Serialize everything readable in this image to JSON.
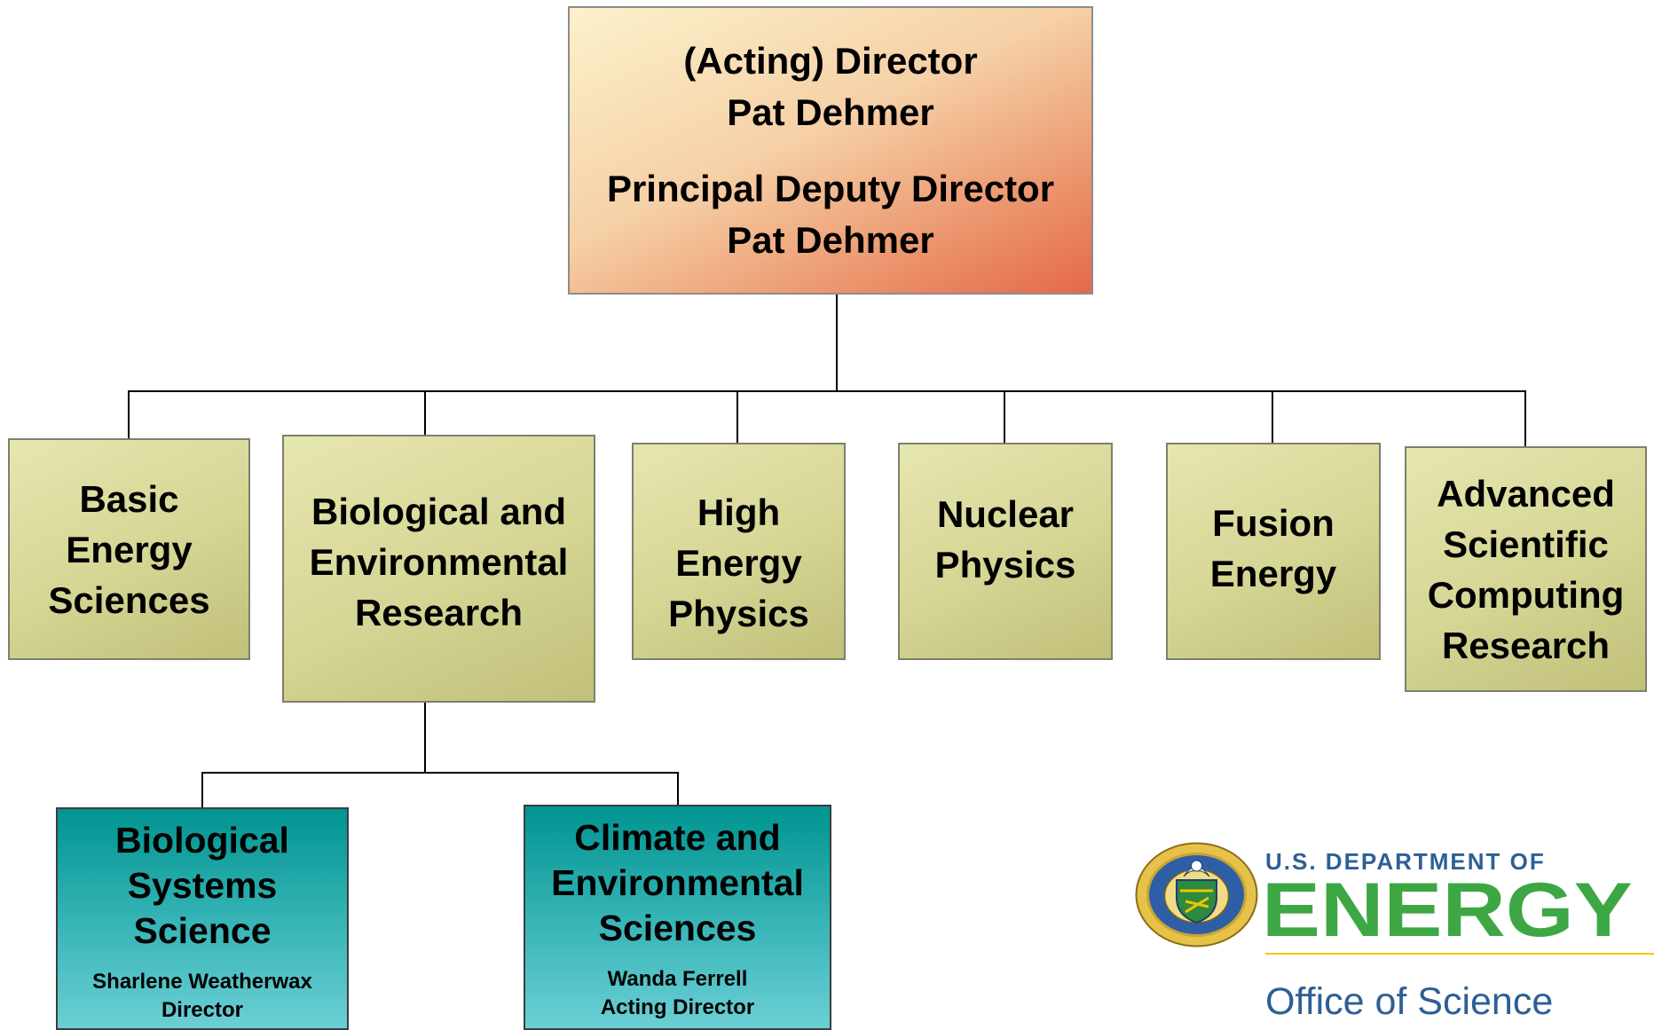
{
  "director": {
    "title": "(Acting) Director",
    "name": "Pat Dehmer",
    "deputy_title": "Principal Deputy Director",
    "deputy_name": "Pat Dehmer"
  },
  "offices": [
    {
      "line1": "Basic",
      "line2": "Energy",
      "line3": "Sciences"
    },
    {
      "line1": "Biological and",
      "line2": "Environmental",
      "line3": "Research"
    },
    {
      "line1": "High",
      "line2": "Energy",
      "line3": "Physics"
    },
    {
      "line1": "Nuclear",
      "line2": "Physics"
    },
    {
      "line1": "Fusion",
      "line2": "Energy"
    },
    {
      "line1": "Advanced",
      "line2": "Scientific",
      "line3": "Computing",
      "line4": "Research"
    }
  ],
  "divisions": [
    {
      "title_line1": "Biological",
      "title_line2": "Systems",
      "title_line3": "Science",
      "person": "Sharlene Weatherwax",
      "role": "Director"
    },
    {
      "title_line1": "Climate and",
      "title_line2": "Environmental",
      "title_line3": "Sciences",
      "person": "Wanda Ferrell",
      "role": "Acting Director"
    }
  ],
  "logo": {
    "department": "U.S. DEPARTMENT OF",
    "energy": "ENERGY",
    "office": "Office of Science",
    "seal_icon": "doe-seal-icon"
  },
  "colors": {
    "director_fill_light": "#fbf2cc",
    "director_fill_dark": "#e4694a",
    "office_fill": "#d5d594",
    "division_fill_top": "#009490",
    "division_fill_bottom": "#6bcfd5",
    "logo_blue": "#2d5f95",
    "logo_green": "#3da744",
    "logo_gold": "#f2c500"
  }
}
